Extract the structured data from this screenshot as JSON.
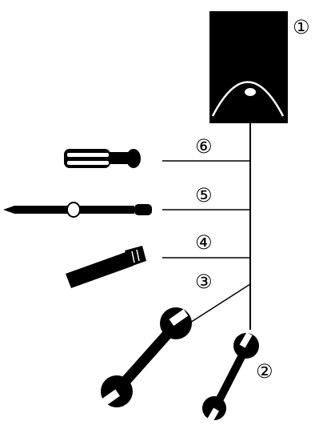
{
  "callouts": [
    {
      "id": "1",
      "text": "①"
    },
    {
      "id": "2",
      "text": "②"
    },
    {
      "id": "3",
      "text": "③"
    },
    {
      "id": "4",
      "text": "④"
    },
    {
      "id": "5",
      "text": "⑤"
    },
    {
      "id": "6",
      "text": "⑥"
    }
  ],
  "colors": {
    "ink": "#000000",
    "paper": "#ffffff"
  }
}
